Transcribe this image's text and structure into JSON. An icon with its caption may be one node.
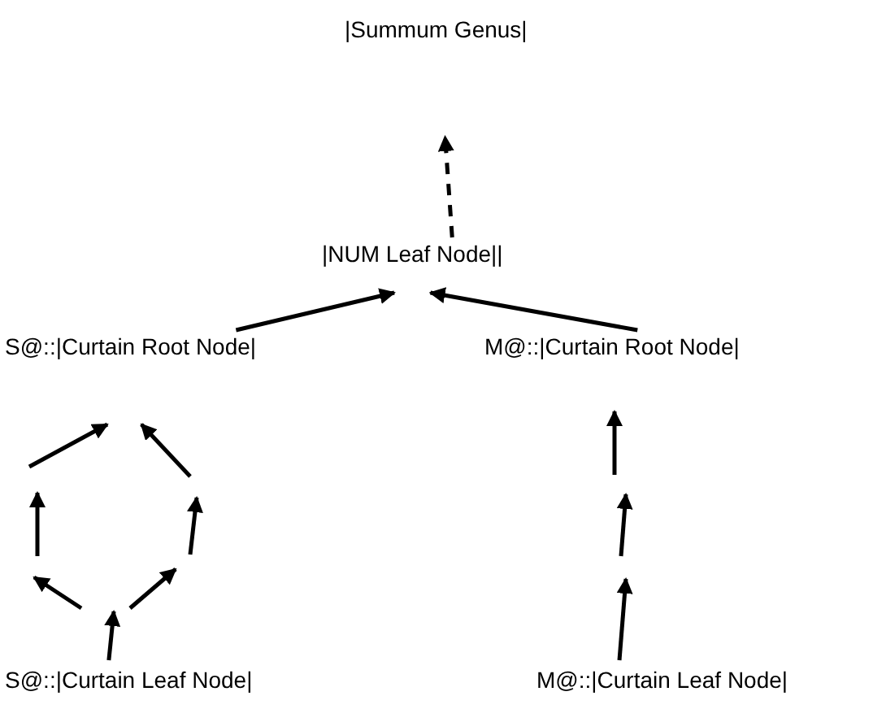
{
  "diagram": {
    "nodes": [
      {
        "text": [
          "|Summum Genus|"
        ]
      },
      {
        "text": [
          "|NUM Leaf Node||"
        ]
      },
      {
        "text": [
          "S@::|Curtain Root Node|"
        ]
      },
      {
        "text": [
          "M@::|Curtain Root Node|"
        ]
      },
      {
        "text": [
          "S@::|Curtain Leaf Node|"
        ]
      },
      {
        "text": [
          "M@::|Curtain Leaf Node|"
        ]
      }
    ],
    "edges": [
      {
        "from": 1,
        "to": 0,
        "arrow": "to",
        "style": "dashed"
      },
      {
        "from": 2,
        "to": 1,
        "arrow": "to"
      },
      {
        "from": 3,
        "to": 1,
        "arrow": "to"
      },
      {
        "from": 4,
        "to": null,
        "arrow": "to"
      },
      {
        "from": 5,
        "to": null,
        "arrow": "to"
      }
    ]
  }
}
